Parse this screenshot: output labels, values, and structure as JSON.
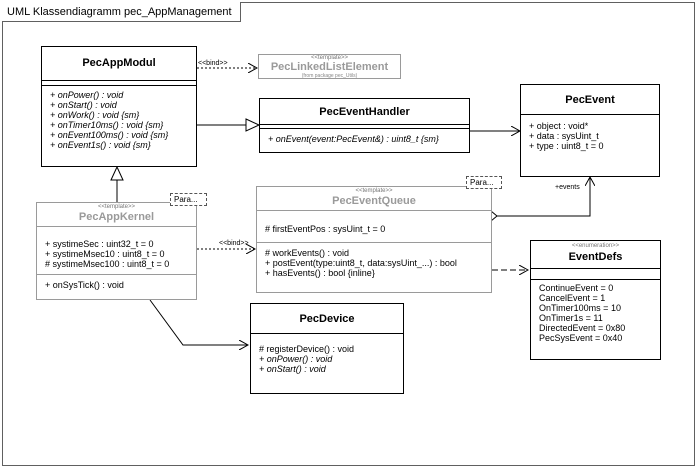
{
  "diagram": {
    "title": "UML Klassendiagramm pec_AppManagement"
  },
  "classes": {
    "pec_app_modul": {
      "name": "PecAppModul",
      "operations": [
        "+ onPower() : void",
        "+ onStart() : void",
        "+ onWork() : void {sm}",
        "+ onTimer10ms() : void {sm}",
        "+ onEvent100ms() : void {sm}",
        "+ onEvent1s() : void {sm}"
      ]
    },
    "pec_linked_list_element": {
      "stereotype": "<<template>>",
      "name": "PecLinkedListElement",
      "package_note": "(from package pec_Utils)"
    },
    "pec_event_handler": {
      "name": "PecEventHandler",
      "operations": [
        "+ onEvent(event:PecEvent&) : uint8_t {sm}"
      ]
    },
    "pec_event": {
      "name": "PecEvent",
      "attributes": [
        "+ object : void*",
        "+ data : sysUint_t",
        "+ type : uint8_t = 0"
      ]
    },
    "pec_app_kernel": {
      "stereotype": "<<template>>",
      "name": "PecAppKernel",
      "param": "Para...",
      "attributes": [
        "+ systimeSec : uint32_t = 0",
        "+ systimeMsec10 : uint8_t = 0",
        "# systimeMsec100 : uint8_t = 0"
      ],
      "operations": [
        "+ onSysTick() : void"
      ]
    },
    "pec_event_queue": {
      "stereotype": "<<template>>",
      "name": "PecEventQueue",
      "param": "Para...",
      "attributes": [
        "# firstEventPos : sysUint_t = 0"
      ],
      "operations": [
        "# workEvents() : void",
        "+ postEvent(type:uint8_t, data:sysUint_...) : bool",
        "+ hasEvents() : bool {inline}"
      ]
    },
    "event_defs": {
      "stereotype": "<<enumeration>>",
      "name": "EventDefs",
      "literals": [
        "ContinueEvent = 0",
        "CancelEvent = 1",
        "OnTimer100ms = 10",
        "OnTimer1s = 11",
        "DirectedEvent = 0x80",
        "PecSysEvent = 0x40"
      ]
    },
    "pec_device": {
      "name": "PecDevice",
      "operations": [
        "# registerDevice() : void",
        "+ onPower() : void",
        "+ onStart() : void"
      ]
    }
  },
  "relations": {
    "bind_label_top": "<<bind>>",
    "bind_label_kernel": "<<bind>>",
    "events_label": "+events"
  }
}
